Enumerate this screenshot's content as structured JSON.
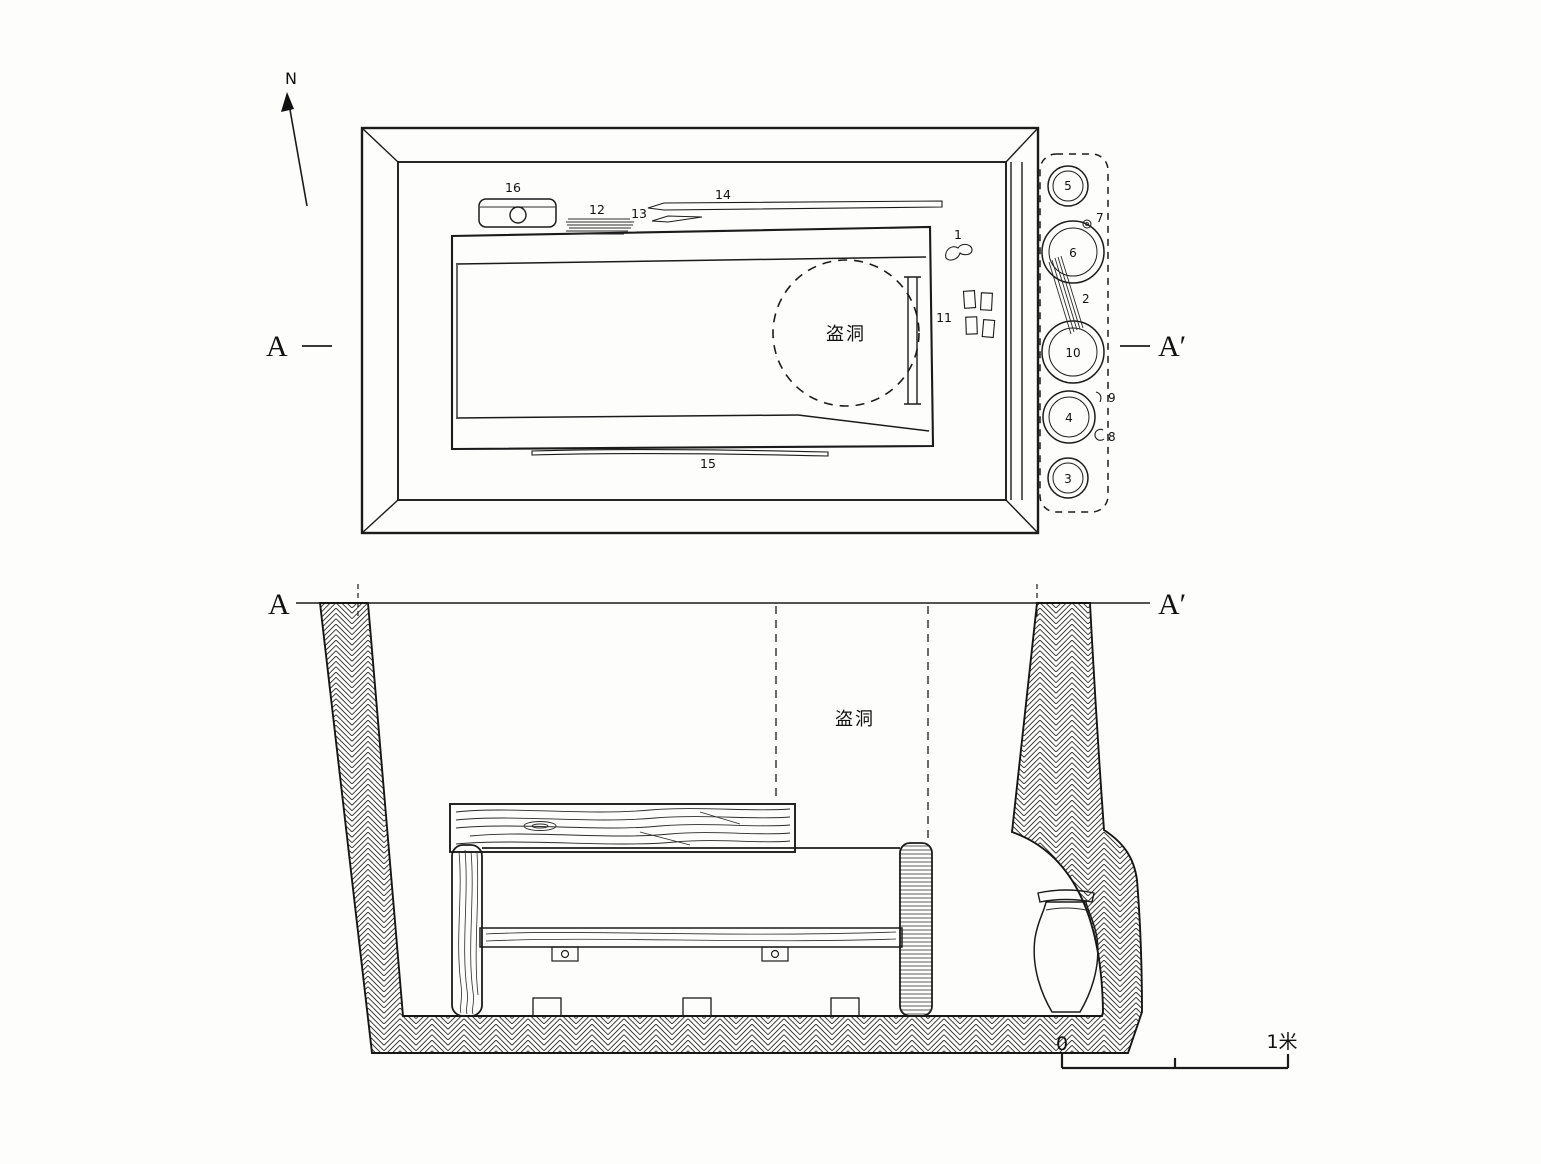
{
  "figure": {
    "compass": "N",
    "scale_zero": "0",
    "scale_unit": "1米"
  },
  "plan": {
    "marker_left": "A",
    "marker_right": "A′",
    "robber_hole": "盗洞",
    "labels": {
      "n1": "1",
      "n2": "2",
      "n3": "3",
      "n4": "4",
      "n5": "5",
      "n6": "6",
      "n7": "7",
      "n8": "8",
      "n9": "9",
      "n10": "10",
      "n11": "11",
      "n12": "12",
      "n13": "13",
      "n14": "14",
      "n15": "15",
      "n16": "16"
    }
  },
  "section": {
    "marker_left": "A",
    "marker_right": "A′",
    "robber_hole": "盗洞"
  }
}
